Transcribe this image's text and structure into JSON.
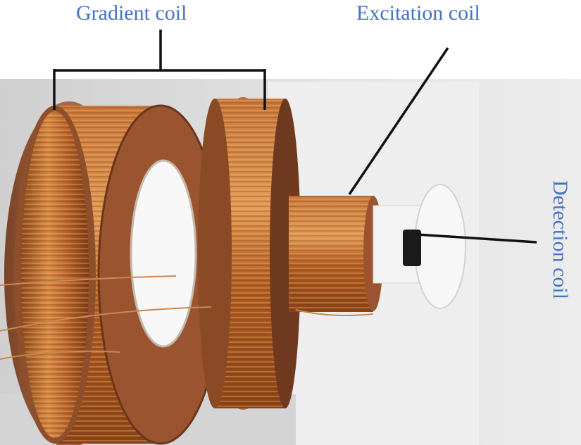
{
  "labels": {
    "gradient_coil": "Gradient coil",
    "excitation_coil": "Excitation coil",
    "detection_coil": "Detection coil"
  },
  "colors": {
    "label_text": "#4472c4",
    "leader_lines": "#111111",
    "copper": "#b8602a",
    "backdrop": "#d9d9d9"
  }
}
